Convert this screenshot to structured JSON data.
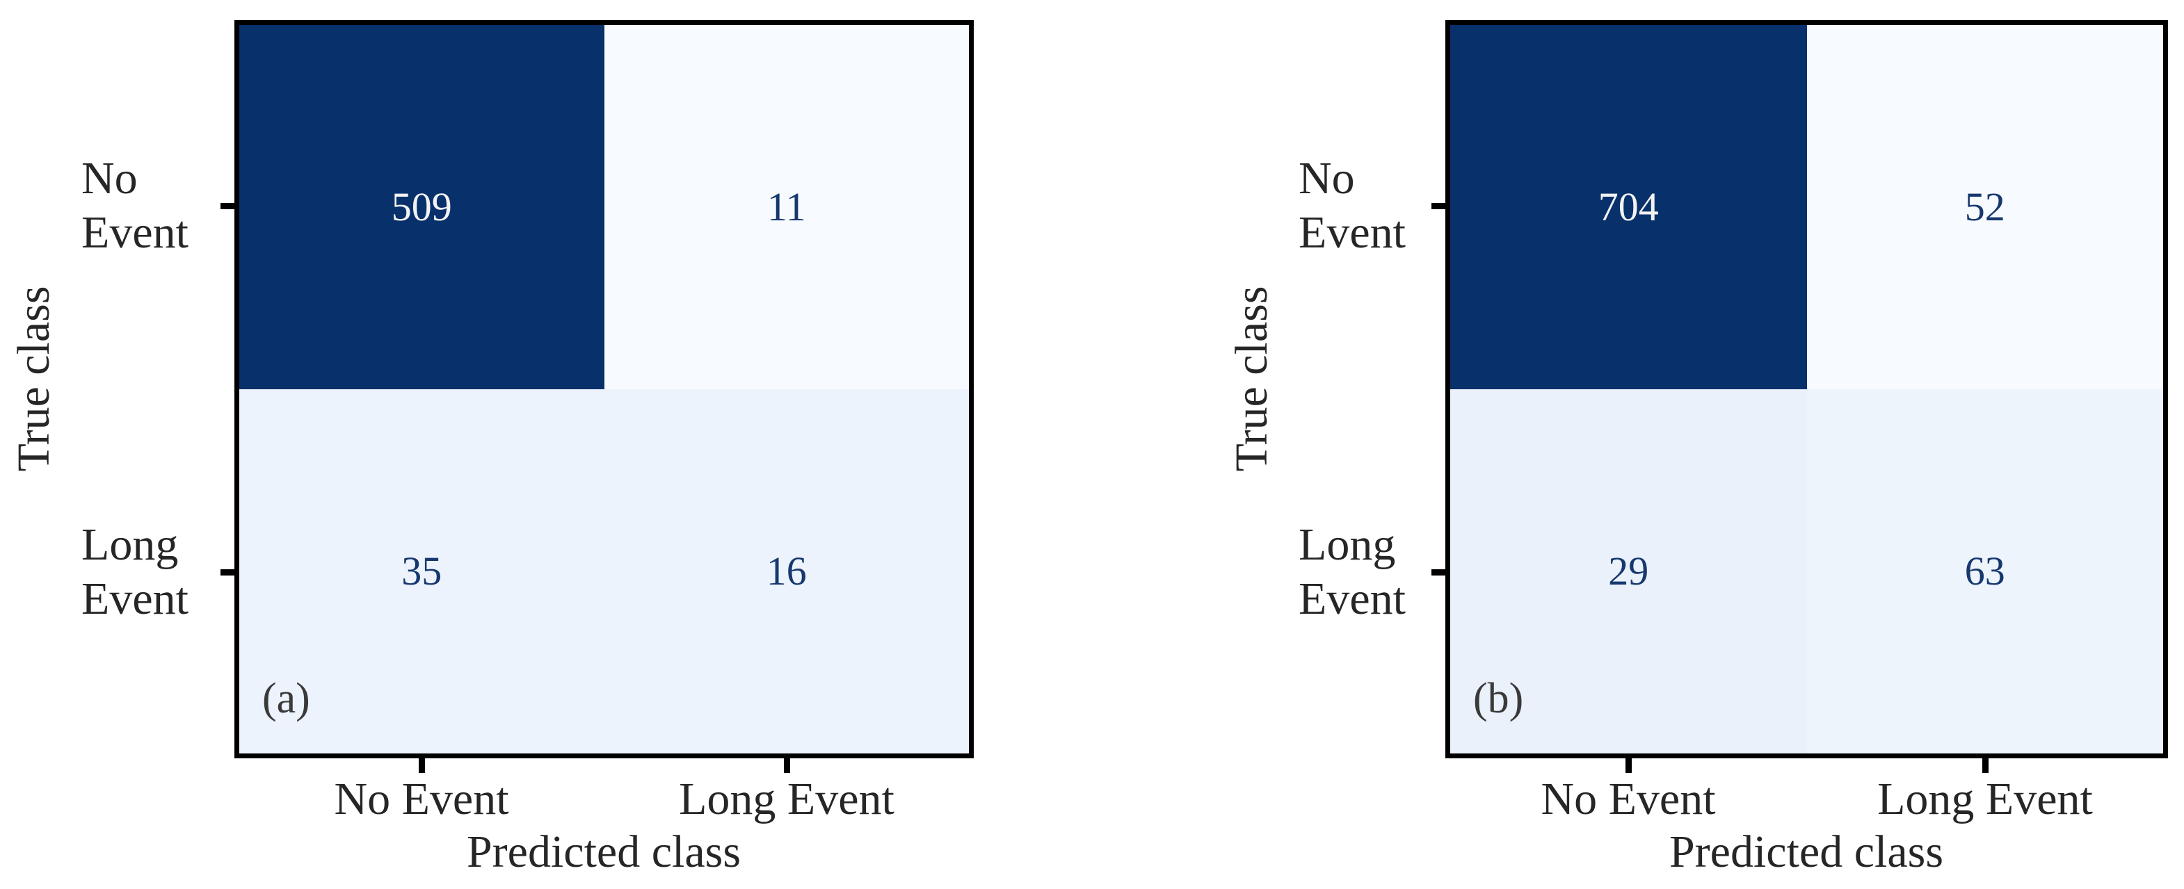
{
  "figure": {
    "background": "#ffffff",
    "frame_color": "#000000",
    "axis_text_color": "#262626"
  },
  "chart_data": [
    {
      "type": "heatmap",
      "variant": "confusion-matrix",
      "panel_tag": "(a)",
      "xlabel": "Predicted class",
      "ylabel": "True class",
      "x_tick_labels": [
        "No Event",
        "Long Event"
      ],
      "y_tick_labels": [
        "No\nEvent",
        "Long\nEvent"
      ],
      "matrix": [
        [
          509,
          11
        ],
        [
          35,
          16
        ]
      ],
      "cell_colors": [
        [
          "#08306b",
          "#f7fafe"
        ],
        [
          "#edf3fc",
          "#edf3fc"
        ]
      ],
      "value_colors": [
        [
          "#f2f2f2",
          "#16386e"
        ],
        [
          "#16386e",
          "#16386e"
        ]
      ],
      "colormap": "Blues",
      "grid": false,
      "legend": "none"
    },
    {
      "type": "heatmap",
      "variant": "confusion-matrix",
      "panel_tag": "(b)",
      "xlabel": "Predicted class",
      "ylabel": "True class",
      "x_tick_labels": [
        "No Event",
        "Long Event"
      ],
      "y_tick_labels": [
        "No\nEvent",
        "Long\nEvent"
      ],
      "matrix": [
        [
          704,
          52
        ],
        [
          29,
          63
        ]
      ],
      "cell_colors": [
        [
          "#08306b",
          "#f7fafe"
        ],
        [
          "#eaf1fa",
          "#eef4fc"
        ]
      ],
      "value_colors": [
        [
          "#f2f2f2",
          "#16386e"
        ],
        [
          "#16386e",
          "#16386e"
        ]
      ],
      "colormap": "Blues",
      "grid": false,
      "legend": "none"
    }
  ]
}
